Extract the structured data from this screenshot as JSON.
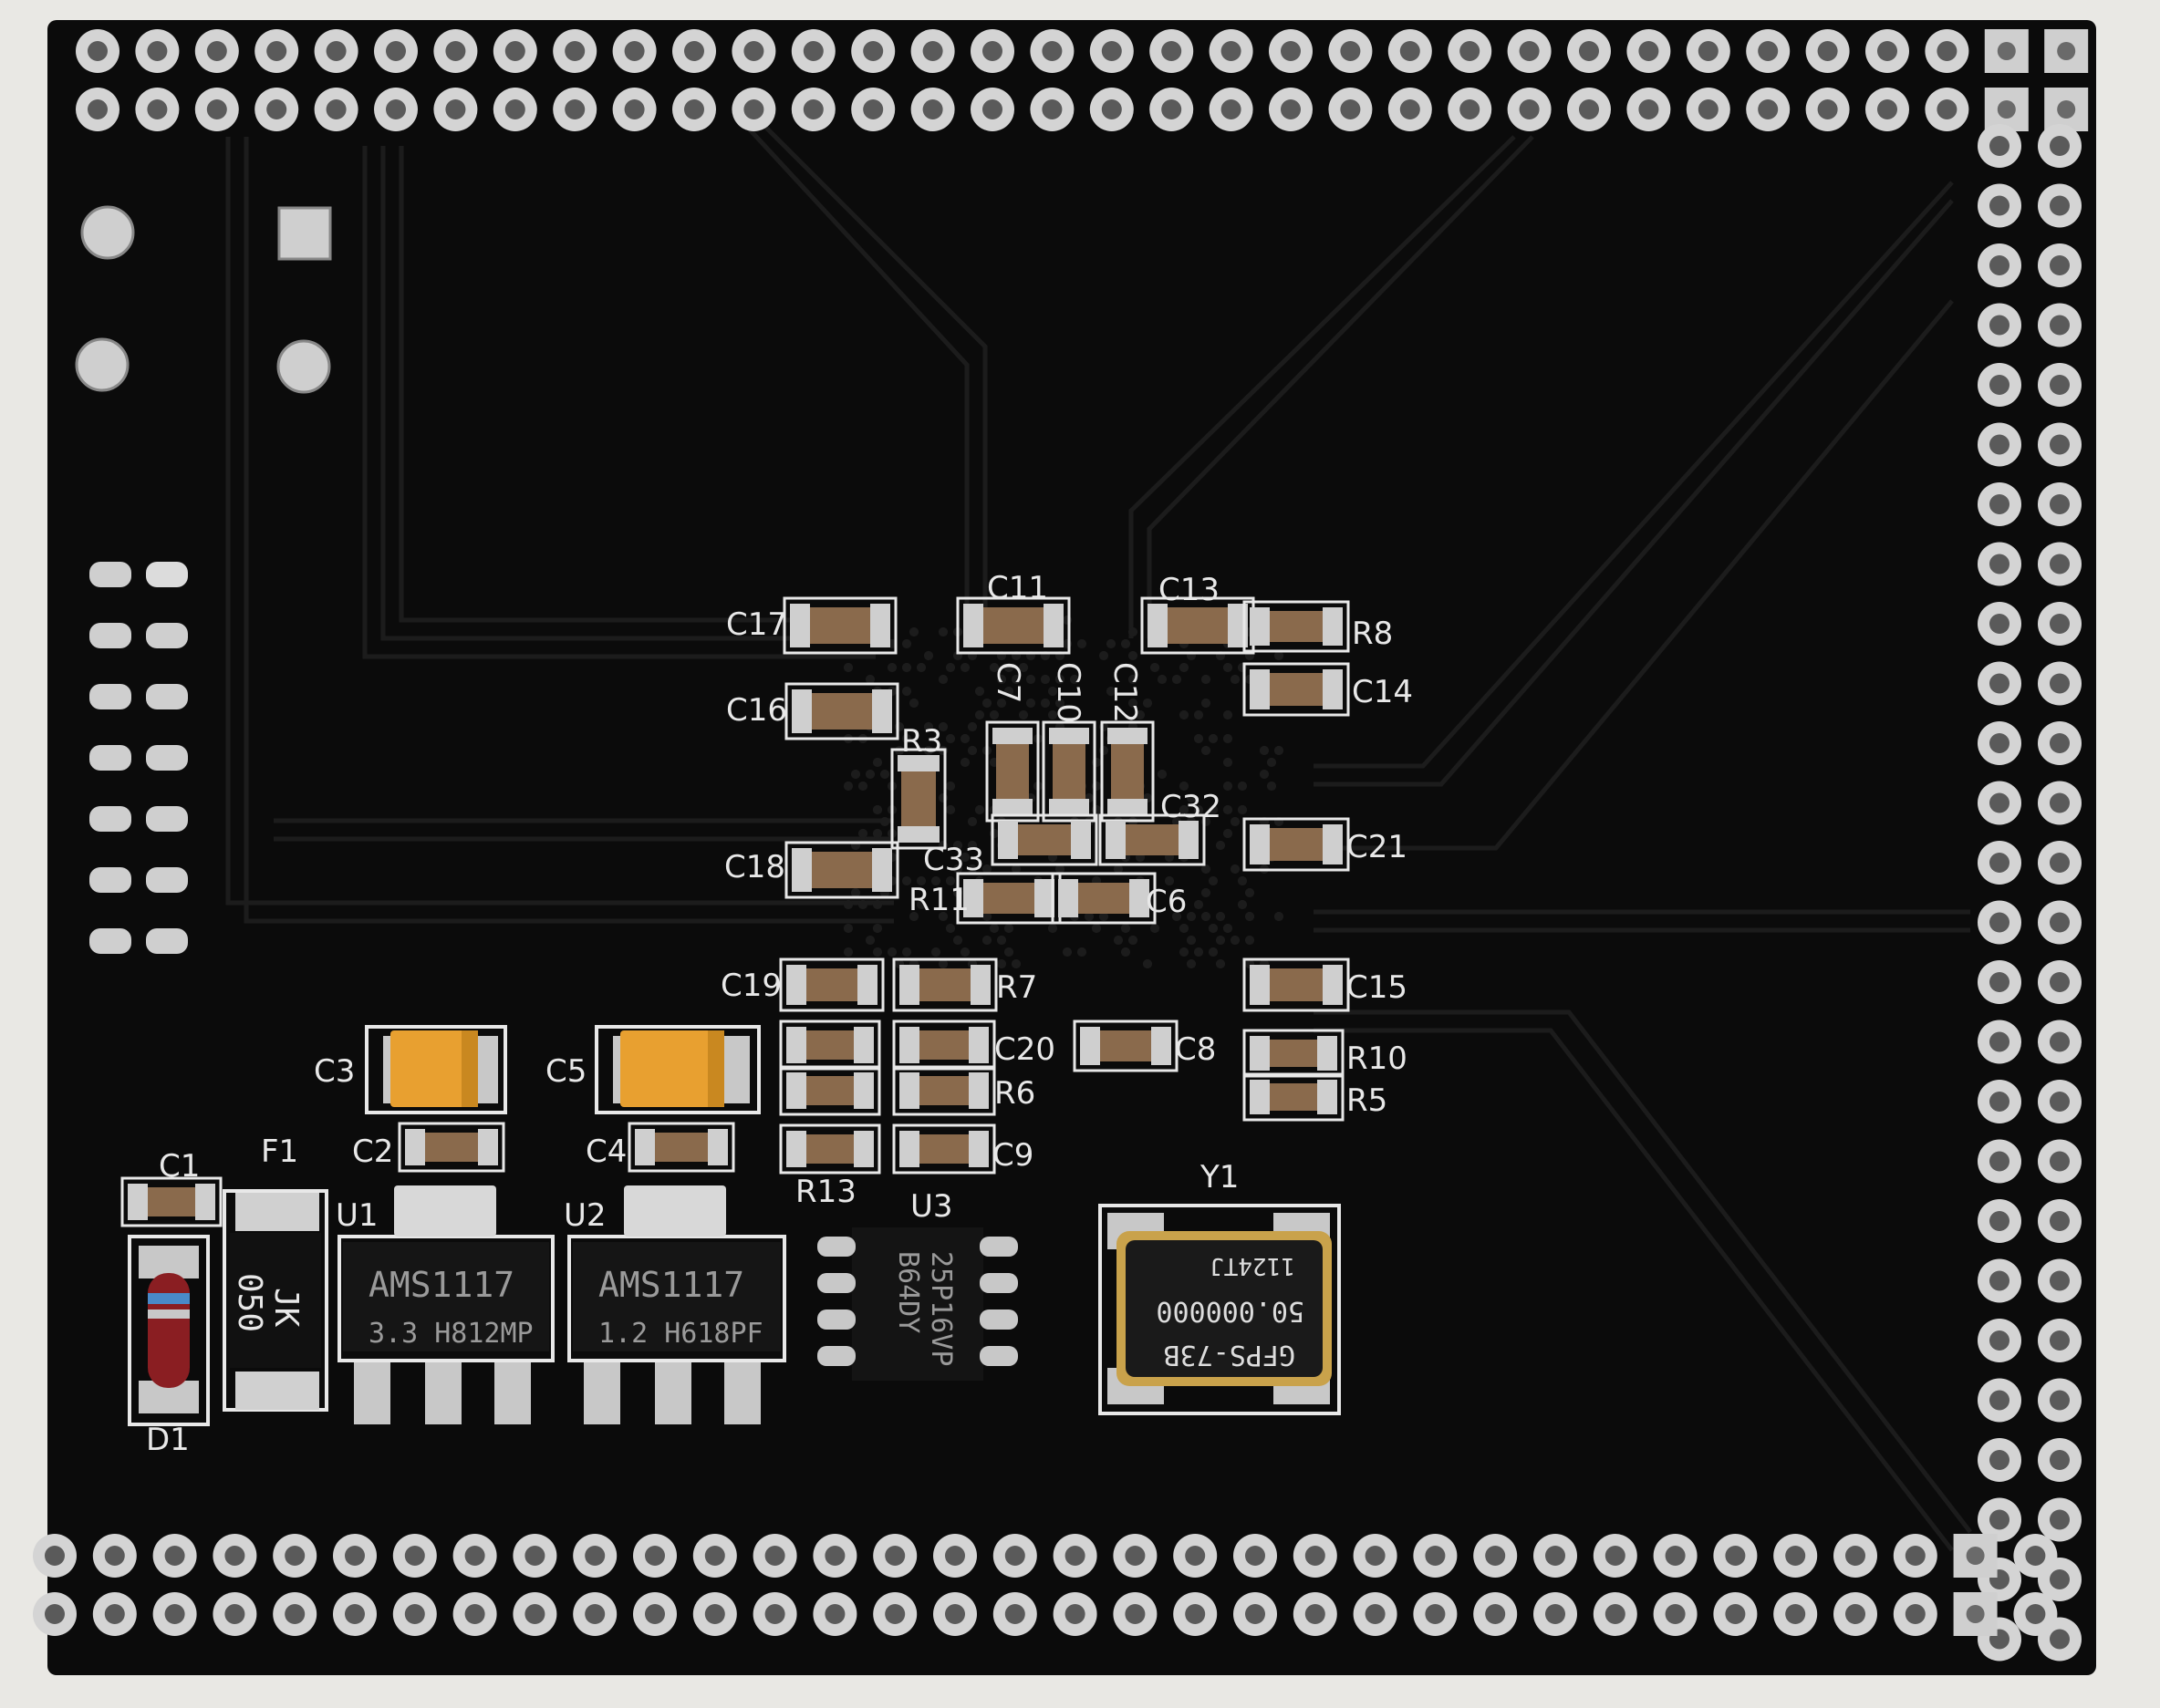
{
  "board": {
    "colors": {
      "background": "#e9e8e4",
      "solder_mask": "#0b0b0b",
      "silkscreen": "#e8e8e8",
      "pad": "#c9c9c9",
      "tantalum": "#e8a030",
      "crystal_body": "#c9a24b"
    }
  },
  "labels": {
    "c1": "C1",
    "c2": "C2",
    "c3": "C3",
    "c4": "C4",
    "c5": "C5",
    "c6": "C6",
    "c7": "C7",
    "c8": "C8",
    "c9": "C9",
    "c10": "C10",
    "c11": "C11",
    "c12": "C12",
    "c13": "C13",
    "c14": "C14",
    "c15": "C15",
    "c16": "C16",
    "c17": "C17",
    "c18": "C18",
    "c19": "C19",
    "c20": "C20",
    "c21": "C21",
    "c32": "C32",
    "c33": "C33",
    "r3": "R3",
    "r5": "R5",
    "r6": "R6",
    "r7": "R7",
    "r8": "R8",
    "r10": "R10",
    "r11": "R11",
    "r13": "R13",
    "f1": "F1",
    "u1": "U1",
    "u2": "U2",
    "u3": "U3",
    "y1": "Y1",
    "d1": "D1"
  },
  "components": {
    "u1_line1": "AMS1117",
    "u1_line2": "3.3 H812MP",
    "u2_line1": "AMS1117",
    "u2_line2": "1.2 H618PF",
    "u3_line1": "25P16VP",
    "u3_line2": "B64DY",
    "y1_line1": "1124TJ",
    "y1_line2": "50.000000",
    "y1_line3": "GFPS-73B",
    "fuse_line1": "JK",
    "fuse_line2": "050"
  }
}
